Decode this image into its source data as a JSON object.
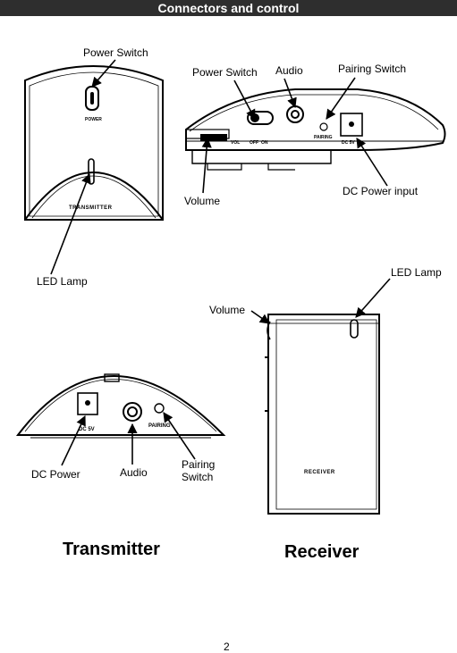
{
  "header": {
    "title": "Connectors and control"
  },
  "transmitter_top": {
    "power_switch": "Power Switch",
    "device_text": "POWER",
    "brand_text": "TRANSMITTER",
    "led_lamp": "LED Lamp"
  },
  "transmitter_side": {
    "power_switch": "Power Switch",
    "audio": "Audio",
    "pairing_switch": "Pairing Switch",
    "volume": "Volume",
    "dc_power_input": "DC Power input",
    "print_vol": "VOL",
    "print_off": "OFF",
    "print_on": "ON",
    "print_pairing": "PAIRING",
    "print_dc": "DC 5V"
  },
  "transmitter_back": {
    "dc_power": "DC Power",
    "audio": "Audio",
    "pairing_switch_line1": "Pairing",
    "pairing_switch_line2": "Switch",
    "print_dc": "DC 5V",
    "print_pairing": "PAIRING"
  },
  "receiver": {
    "led_lamp": "LED Lamp",
    "volume": "Volume",
    "brand_text": "RECEIVER"
  },
  "captions": {
    "transmitter": "Transmitter",
    "receiver": "Receiver"
  },
  "footer": {
    "page_number": "2"
  }
}
